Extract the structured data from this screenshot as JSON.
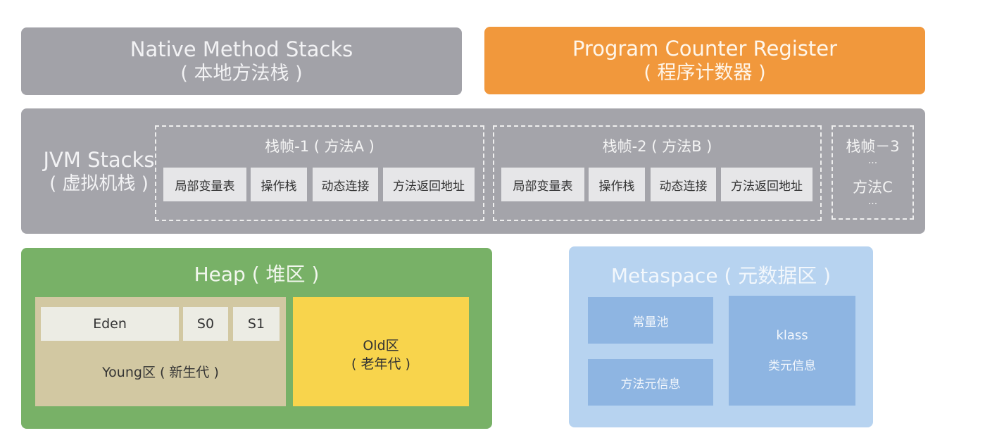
{
  "native_method_stacks": {
    "title": "Native Method Stacks",
    "subtitle": "( 本地方法栈 )"
  },
  "program_counter_register": {
    "title": "Program Counter Register",
    "subtitle": "( 程序计数器 )"
  },
  "jvm_stacks": {
    "title": "JVM Stacks",
    "subtitle": "( 虚拟机栈 )",
    "frames": [
      {
        "title": "栈帧-1 ( 方法A )",
        "cells": [
          "局部变量表",
          "操作栈",
          "动态连接",
          "方法返回地址"
        ]
      },
      {
        "title": "栈帧-2 ( 方法B )",
        "cells": [
          "局部变量表",
          "操作栈",
          "动态连接",
          "方法返回地址"
        ]
      }
    ],
    "frame3": {
      "title": "栈帧－3",
      "dots1": "...",
      "method": "方法C",
      "dots2": "..."
    }
  },
  "heap": {
    "title": "Heap ( 堆区 )",
    "eden": "Eden",
    "s0": "S0",
    "s1": "S1",
    "young": "Young区 ( 新生代 )",
    "old_line1": "Old区",
    "old_line2": "( 老年代 )"
  },
  "metaspace": {
    "title": "Metaspace ( 元数据区 )",
    "constant_pool": "常量池",
    "method_info": "方法元信息",
    "klass": "klass",
    "klass_info": "类元信息"
  },
  "colors": {
    "native": "#a2a2a8",
    "pcr": "#f1983c",
    "jvm": "#a4a4aa",
    "heap": "#78b167",
    "young": "#d2c8a2",
    "old": "#f8d44c",
    "metaspace": "#b7d3f0",
    "metaspace_cell": "#8eb5e2"
  }
}
